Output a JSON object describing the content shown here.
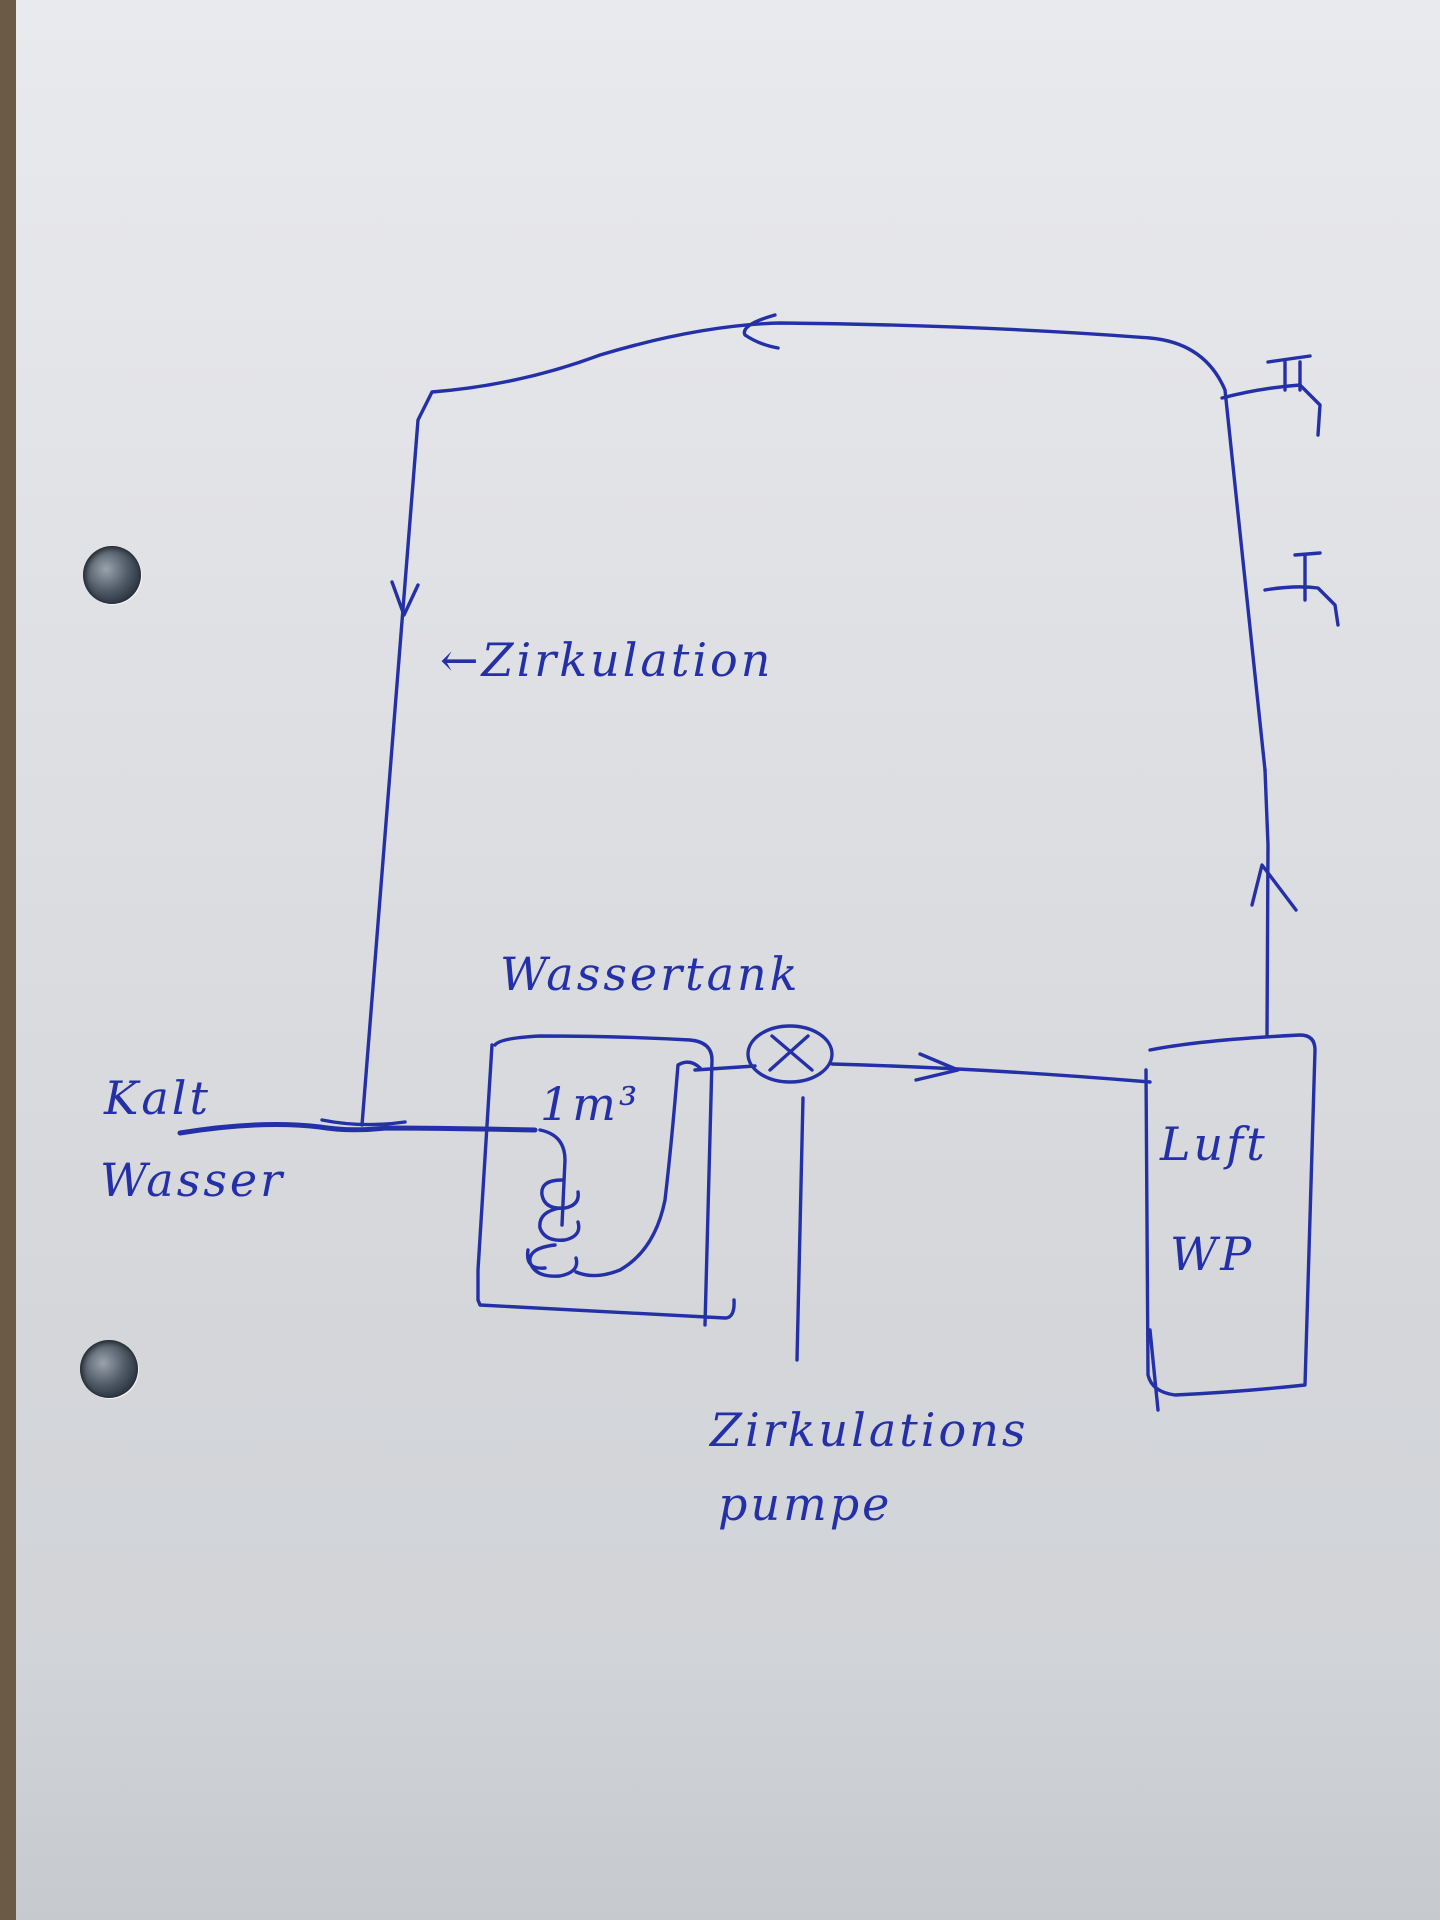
{
  "diagram": {
    "ink_color": "#2430a8",
    "paper_color": "#e2e3e6",
    "labels": {
      "circulation": "←Zirkulation",
      "tank_title": "Wassertank",
      "tank_volume": "1m³",
      "cold_water_line1": "Kalt",
      "cold_water_line2": "Wasser",
      "heat_pump_line1": "Luft",
      "heat_pump_line2": "WP",
      "pump_line1": "Zirkulations",
      "pump_line2": "pumpe"
    },
    "icons": [
      "flow-arrow-icon",
      "tap-icon",
      "pump-symbol-icon",
      "heating-coil-icon"
    ]
  }
}
